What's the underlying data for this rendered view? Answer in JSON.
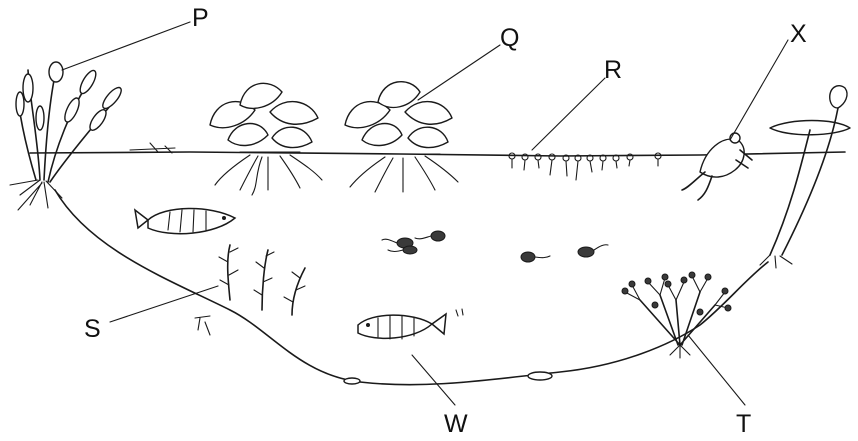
{
  "labels": {
    "P": "P",
    "Q": "Q",
    "R": "R",
    "X": "X",
    "S": "S",
    "T": "T",
    "W": "W"
  },
  "colors": {
    "ink": "#1a1a1a",
    "background": "#ffffff"
  }
}
